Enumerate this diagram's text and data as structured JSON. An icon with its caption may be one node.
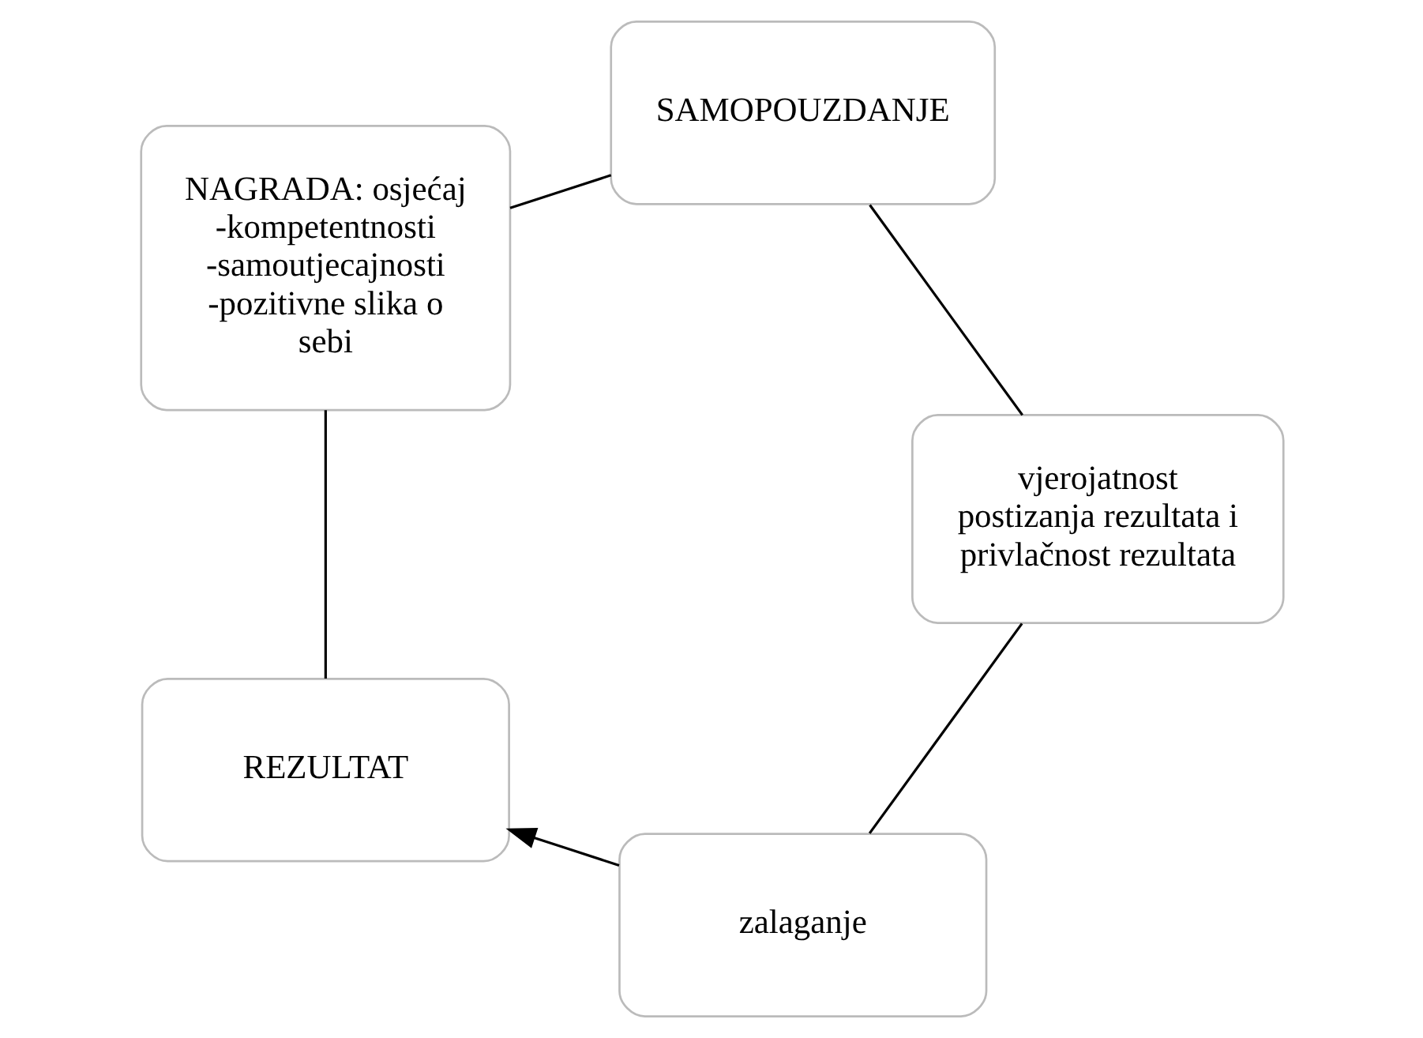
{
  "diagram": {
    "nodes": [
      {
        "text": [
          "zalaganje"
        ]
      },
      {
        "text": [
          "REZULTAT"
        ]
      },
      {
        "text": [
          "NAGRADA: osjećaj -kompetentnosti -samoutjecajnosti -pozitivne slika o sebi"
        ]
      },
      {
        "text": [
          "vjerojatnost postizanja rezultata i privlačnost rezultata"
        ]
      },
      {
        "text": [
          "SAMOPOUZDANJE"
        ]
      }
    ],
    "edges": [
      {
        "from": 0,
        "to": 1,
        "arrow": "to"
      },
      {
        "from": 1,
        "to": 2,
        "arrow": "none"
      },
      {
        "from": 2,
        "to": 4,
        "arrow": "none"
      },
      {
        "from": 4,
        "to": 3,
        "arrow": "none"
      },
      {
        "from": 3,
        "to": 0,
        "arrow": "none"
      }
    ]
  }
}
